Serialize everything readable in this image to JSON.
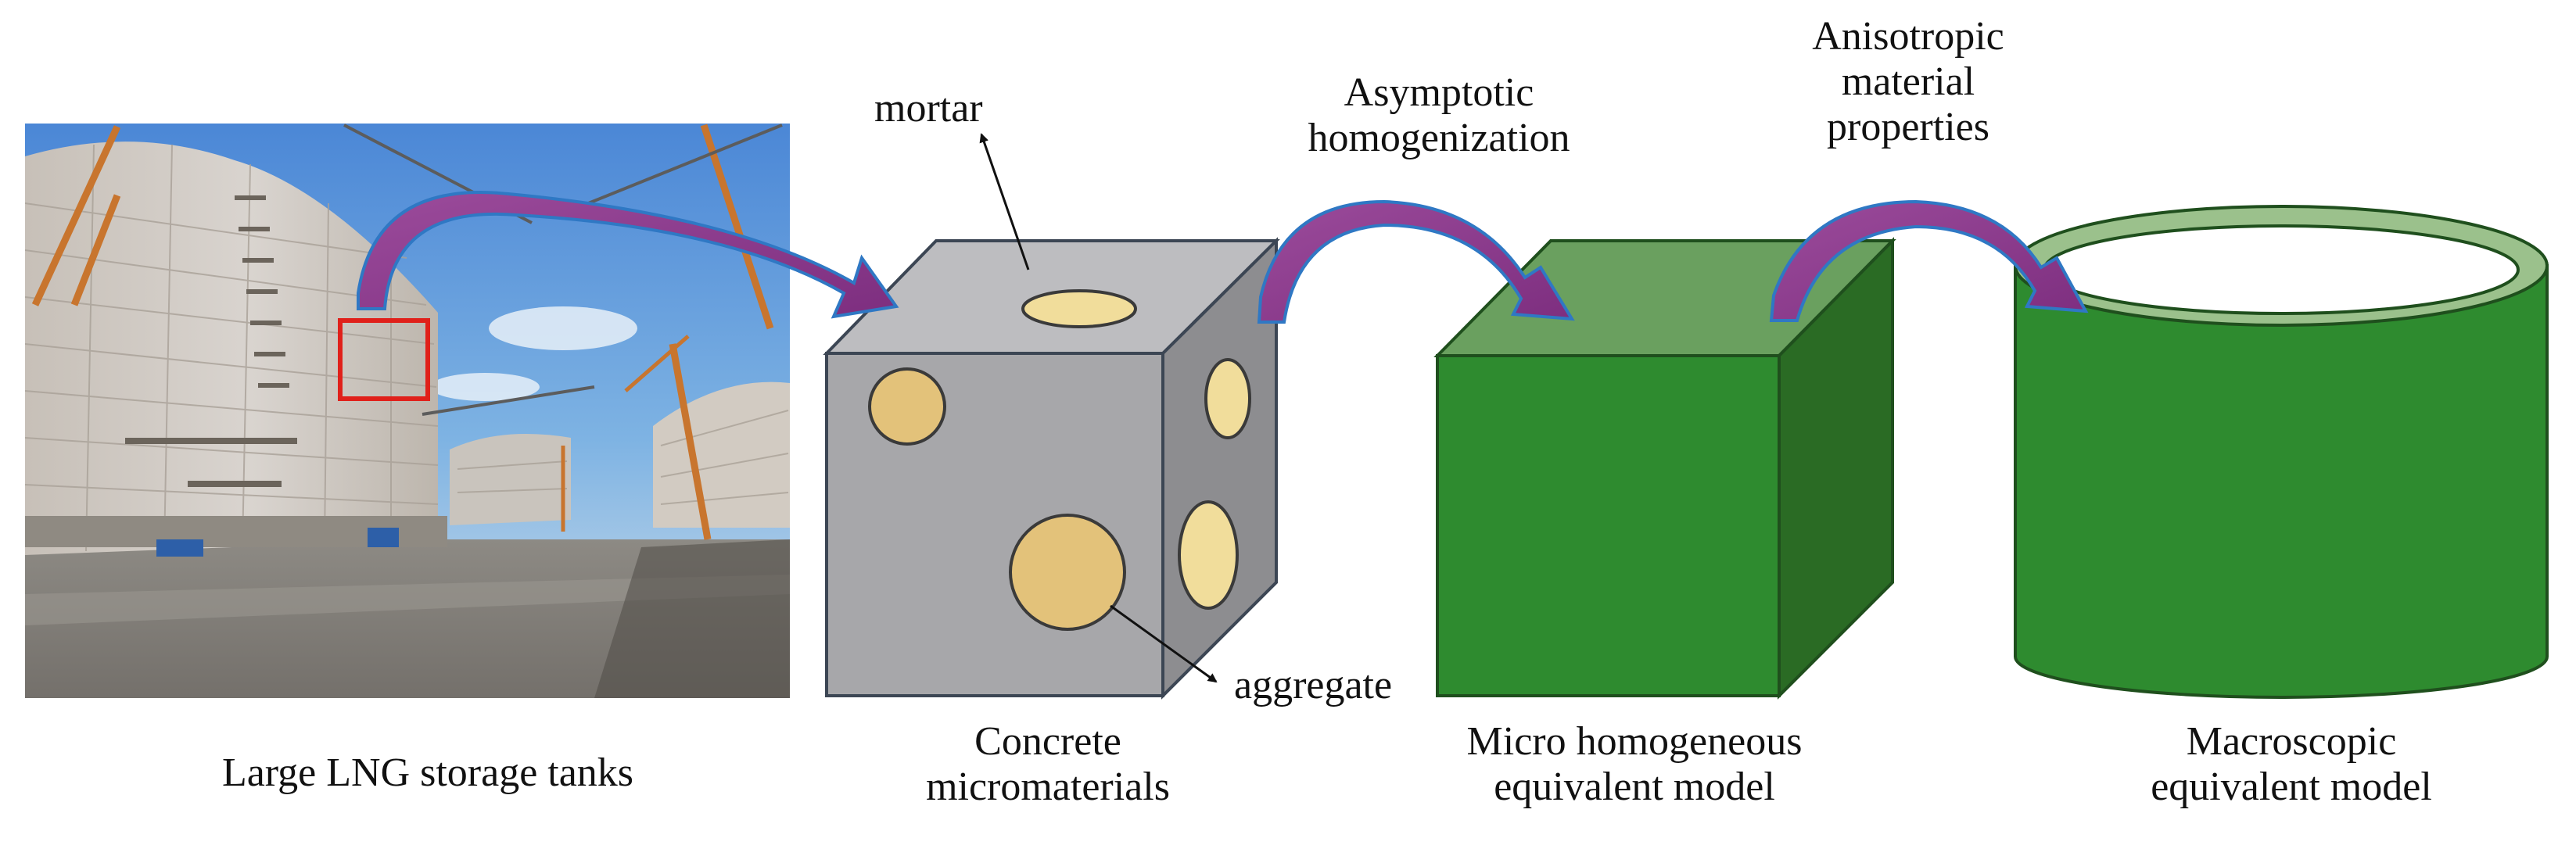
{
  "photo": {
    "caption": "Large LNG storage tanks"
  },
  "concrete": {
    "mortar_label": "mortar",
    "aggregate_label": "aggregate",
    "caption_line1": "Concrete",
    "caption_line2": "micromaterials"
  },
  "transitions": {
    "homogenization_line1": "Asymptotic",
    "homogenization_line2": "homogenization",
    "anisotropic_line1": "Anisotropic",
    "anisotropic_line2": "material",
    "anisotropic_line3": "properties"
  },
  "micro_model": {
    "caption_line1": "Micro homogeneous",
    "caption_line2": "equivalent model"
  },
  "macro_model": {
    "caption_line1": "Macroscopic",
    "caption_line2": "equivalent model"
  },
  "colors": {
    "arrow_fill": "#8a3f8c",
    "arrow_edge": "#2f78c4",
    "aggregate_fill": "#e3c27a",
    "mortar_face": "#a7a7aa",
    "cube_green_front": "#2e8b2f",
    "cube_green_top": "#6aa05f",
    "cube_green_side": "#2a6b24",
    "cylinder_top_ring": "#9bc18c",
    "highlight_box": "#e0201a"
  },
  "icons": {
    "arrow": "curved-arrow-icon",
    "pointer": "pointer-arrow-icon"
  }
}
